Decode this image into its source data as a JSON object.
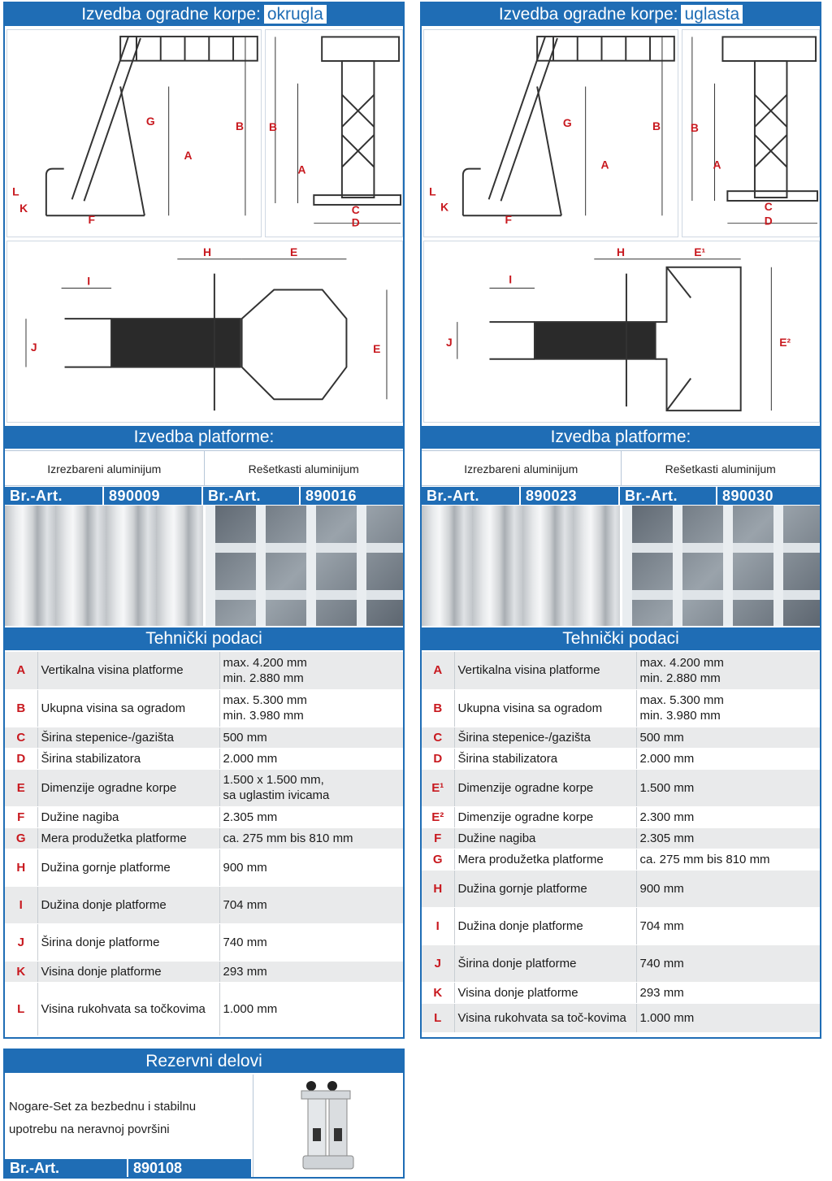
{
  "left": {
    "title_prefix": "Izvedba ogradne korpe:",
    "title_tag": "okrugla",
    "platform_title": "Izvedba platforme:",
    "variant_1": "Izrezbareni aluminijum",
    "variant_2": "Rešetkasti aluminijum",
    "art_label": "Br.-Art.",
    "art_1": "890009",
    "art_2": "890016",
    "tech_title": "Tehnički podaci",
    "specs": [
      {
        "key": "A",
        "name": "Vertikalna visina platforme",
        "value": "max. 4.200 mm\nmin. 2.880 mm"
      },
      {
        "key": "B",
        "name": "Ukupna visina sa ogradom",
        "value": "max. 5.300 mm\nmin. 3.980 mm"
      },
      {
        "key": "C",
        "name": "Širina stepenice-/gazišta",
        "value": "500 mm"
      },
      {
        "key": "D",
        "name": "Širina stabilizatora",
        "value": "2.000 mm"
      },
      {
        "key": "E",
        "name": "Dimenzije ogradne korpe",
        "value": "1.500 x 1.500 mm,\nsa uglastim ivicama"
      },
      {
        "key": "F",
        "name": "Dužine nagiba",
        "value": "2.305 mm"
      },
      {
        "key": "G",
        "name": "Mera produžetka platforme",
        "value": "ca. 275 mm bis 810 mm"
      },
      {
        "key": "H",
        "name": "Dužina gornje platforme",
        "value": "900 mm"
      },
      {
        "key": "I",
        "name": "Dužina donje  platforme",
        "value": "704 mm"
      },
      {
        "key": "J",
        "name": "Širina donje platforme",
        "value": "740 mm"
      },
      {
        "key": "K",
        "name": "Visina donje  platforme",
        "value": "293 mm"
      },
      {
        "key": "L",
        "name": "Visina rukohvata sa točkovima",
        "value": "1.000 mm"
      }
    ]
  },
  "right": {
    "title_prefix": "Izvedba ogradne korpe:",
    "title_tag": "uglasta",
    "platform_title": "Izvedba platforme:",
    "variant_1": "Izrezbareni aluminijum",
    "variant_2": "Rešetkasti aluminijum",
    "art_label": "Br.-Art.",
    "art_1": "890023",
    "art_2": "890030",
    "tech_title": "Tehnički podaci",
    "specs": [
      {
        "key": "A",
        "name": "Vertikalna visina platforme",
        "value": "max. 4.200 mm\nmin. 2.880 mm"
      },
      {
        "key": "B",
        "name": "Ukupna visina sa ogradom",
        "value": "max. 5.300 mm\nmin. 3.980 mm"
      },
      {
        "key": "C",
        "name": "Širina stepenice-/gazišta",
        "value": "500 mm"
      },
      {
        "key": "D",
        "name": "Širina stabilizatora",
        "value": "2.000 mm"
      },
      {
        "key": "E¹",
        "name": "Dimenzije ogradne korpe",
        "value": "1.500 mm"
      },
      {
        "key": "E²",
        "name": "Dimenzije ogradne korpe",
        "value": "2.300 mm"
      },
      {
        "key": "F",
        "name": "Dužine nagiba",
        "value": "2.305 mm"
      },
      {
        "key": "G",
        "name": "Mera produžetka platforme",
        "value": "ca. 275 mm bis 810 mm"
      },
      {
        "key": "H",
        "name": "Dužina gornje platforme",
        "value": "900 mm"
      },
      {
        "key": "I",
        "name": "Dužina donje  platforme",
        "value": "704 mm"
      },
      {
        "key": "J",
        "name": "Širina donje platforme",
        "value": "740 mm"
      },
      {
        "key": "K",
        "name": "Visina donje  platforme",
        "value": "293 mm"
      },
      {
        "key": "L",
        "name": "Visina rukohvata sa toč-kovima",
        "value": "1.000 mm"
      }
    ]
  },
  "spare": {
    "title": "Rezervni delovi",
    "description": "Nogare-Set za bezbednu i stabilnu upotrebu na neravnoj površini",
    "art_label": "Br.-Art.",
    "art": "890108"
  },
  "drawing_labels": {
    "side": [
      "G",
      "B",
      "A",
      "L",
      "K",
      "F"
    ],
    "side_right": [
      "G",
      "B",
      "A",
      "L",
      "K",
      "F"
    ],
    "front": [
      "B",
      "A",
      "C",
      "D"
    ],
    "top_left": [
      "H",
      "E",
      "I",
      "J",
      "E"
    ],
    "top_right": [
      "H",
      "E¹",
      "I",
      "J",
      "E²"
    ]
  },
  "colors": {
    "brand_blue": "#1f6db5",
    "label_red": "#c8191f",
    "row_grey": "#e9eaeb"
  }
}
